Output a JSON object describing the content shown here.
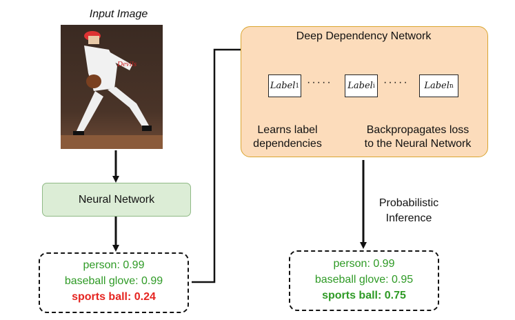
{
  "input_caption": "Input Image",
  "neural_network_label": "Neural Network",
  "ddn": {
    "title": "Deep Dependency Network",
    "labels": [
      {
        "base": "Label",
        "sub": "1"
      },
      {
        "base": "Label",
        "sub": "i"
      },
      {
        "base": "Label",
        "sub": "n"
      }
    ],
    "dots": "·····",
    "note_left": [
      "Learns label",
      "dependencies"
    ],
    "note_right": [
      "Backpropagates loss",
      "to the Neural Network"
    ]
  },
  "inference_label": [
    "Probabilistic",
    "Inference"
  ],
  "nn_output": [
    {
      "text": "person: 0.99",
      "style": "green"
    },
    {
      "text": "baseball glove: 0.99",
      "style": "green"
    },
    {
      "text": "sports ball: 0.24",
      "style": "red"
    }
  ],
  "ddn_output": [
    {
      "text": "person: 0.99",
      "style": "green"
    },
    {
      "text": "baseball glove: 0.95",
      "style": "green"
    },
    {
      "text": "sports ball: 0.75",
      "style": "greenbold"
    }
  ],
  "colors": {
    "green": "#2e9a25",
    "red": "#e52420",
    "nn_fill": "#dcedd6",
    "ddn_fill": "#fcdcbb",
    "ddn_border": "#d9a530"
  }
}
